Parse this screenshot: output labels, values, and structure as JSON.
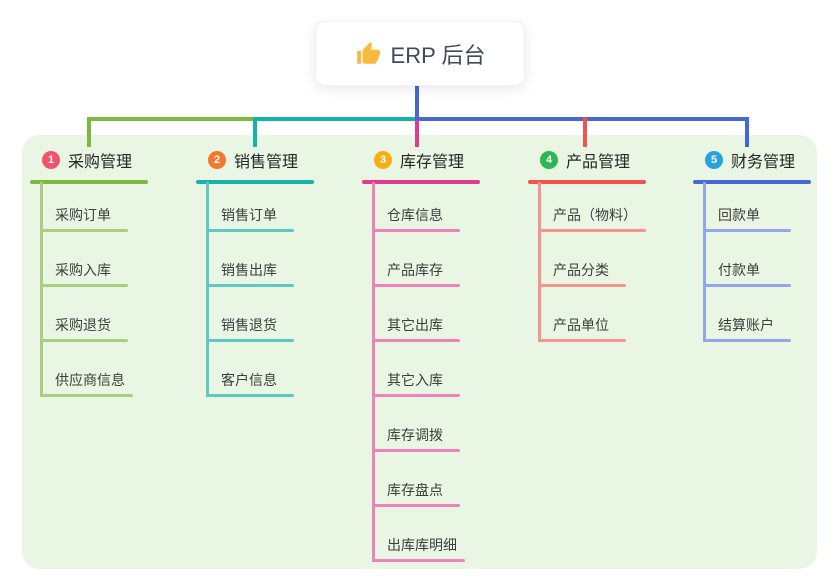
{
  "root": {
    "label": "ERP 后台",
    "icon": "thumbs-up-icon",
    "icon_color": "#f7b93e",
    "connector_color": "#4767d7",
    "background": "#ffffff"
  },
  "panel": {
    "background": "#e9f6e4"
  },
  "branches": [
    {
      "index": "1",
      "label": "采购管理",
      "badge_color": "#f0536a",
      "line_color": "#7cb93e",
      "child_line_color": "#a9ce80",
      "children": [
        "采购订单",
        "采购入库",
        "采购退货",
        "供应商信息"
      ]
    },
    {
      "index": "2",
      "label": "销售管理",
      "badge_color": "#f4772f",
      "line_color": "#16b3ab",
      "child_line_color": "#5fc8c1",
      "children": [
        "销售订单",
        "销售出库",
        "销售退货",
        "客户信息"
      ]
    },
    {
      "index": "3",
      "label": "库存管理",
      "badge_color": "#f9ad14",
      "line_color": "#e03a92",
      "child_line_color": "#ee82bb",
      "children": [
        "仓库信息",
        "产品库存",
        "其它出库",
        "其它入库",
        "库存调拨",
        "库存盘点",
        "出库库明细"
      ]
    },
    {
      "index": "4",
      "label": "产品管理",
      "badge_color": "#2eb554",
      "line_color": "#f4524d",
      "child_line_color": "#f79490",
      "children": [
        "产品（物料）",
        "产品分类",
        "产品单位"
      ]
    },
    {
      "index": "5",
      "label": "财务管理",
      "badge_color": "#27a2df",
      "line_color": "#4767d7",
      "child_line_color": "#92a6e9",
      "children": [
        "回款单",
        "付款单",
        "结算账户"
      ]
    }
  ]
}
